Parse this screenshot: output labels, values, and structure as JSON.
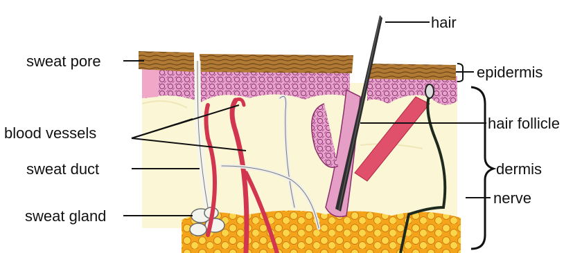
{
  "diagram": {
    "labels": {
      "hair": "hair",
      "sweat_pore": "sweat pore",
      "epidermis": "epidermis",
      "blood_vessels": "blood vessels",
      "hair_follicle": "hair follicle",
      "sweat_duct": "sweat duct",
      "dermis": "dermis",
      "nerve": "nerve",
      "sweat_gland": "sweat gland"
    },
    "colors": {
      "keratin": "#9a6a2a",
      "epidermis_cells": "#d98ab8",
      "dermis": "#fbf7d8",
      "fat": "#f2a01a",
      "artery": "#d2354f",
      "muscle": "#e0506a",
      "nerve": "#1e2a1e",
      "duct": "#f2f2ee"
    }
  }
}
